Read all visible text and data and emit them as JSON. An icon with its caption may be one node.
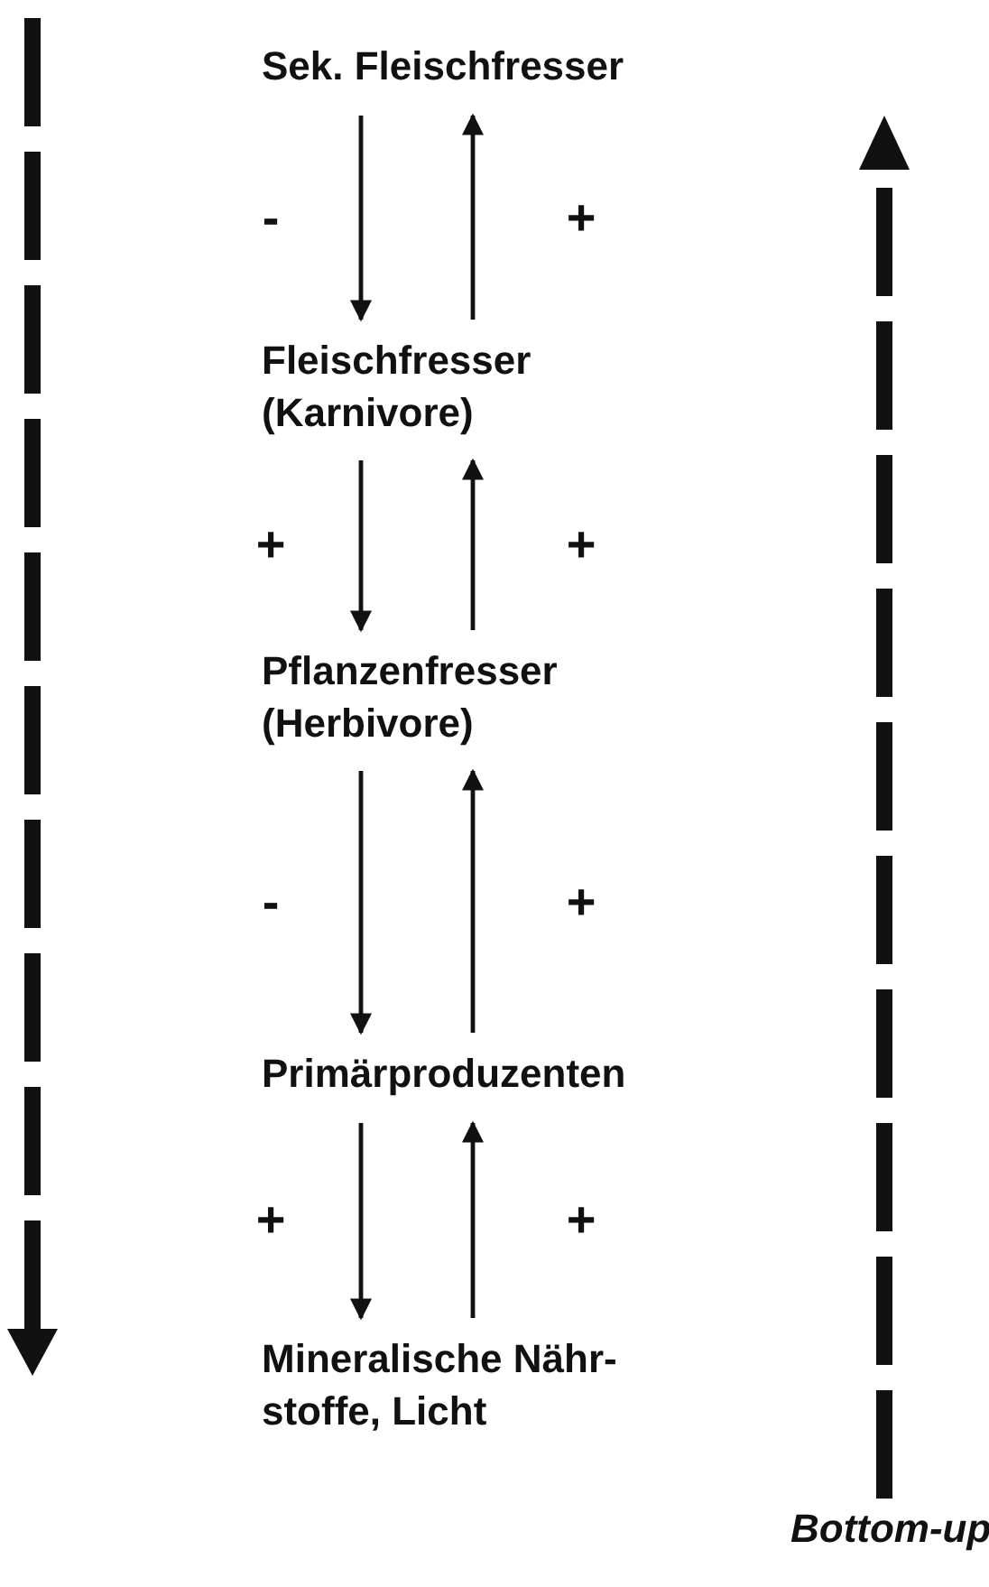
{
  "diagram": {
    "nodes": [
      {
        "text": [
          "Sek. Fleischfresser"
        ]
      },
      {
        "text": [
          "Fleischfresser (Karnivore)"
        ]
      },
      {
        "text": [
          "Pflanzenfresser (Herbivore)"
        ]
      },
      {
        "text": [
          "Primärproduzenten"
        ]
      },
      {
        "text": [
          "Mineralische Nähr- stoffe, Licht"
        ]
      }
    ],
    "edges": [
      {
        "from": 0,
        "to": 1,
        "arrow": "to",
        "label": "-"
      },
      {
        "from": 1,
        "to": 0,
        "arrow": "to",
        "label": "+"
      },
      {
        "from": 1,
        "to": 2,
        "arrow": "to",
        "label": "+"
      },
      {
        "from": 2,
        "to": 1,
        "arrow": "to",
        "label": "+"
      },
      {
        "from": 2,
        "to": 3,
        "arrow": "to",
        "label": "-"
      },
      {
        "from": 3,
        "to": 2,
        "arrow": "to",
        "label": "+"
      },
      {
        "from": 3,
        "to": 4,
        "arrow": "to",
        "label": "+"
      },
      {
        "from": 4,
        "to": 3,
        "arrow": "to",
        "label": "+"
      }
    ],
    "labels": [
      "Bottom-up"
    ]
  }
}
